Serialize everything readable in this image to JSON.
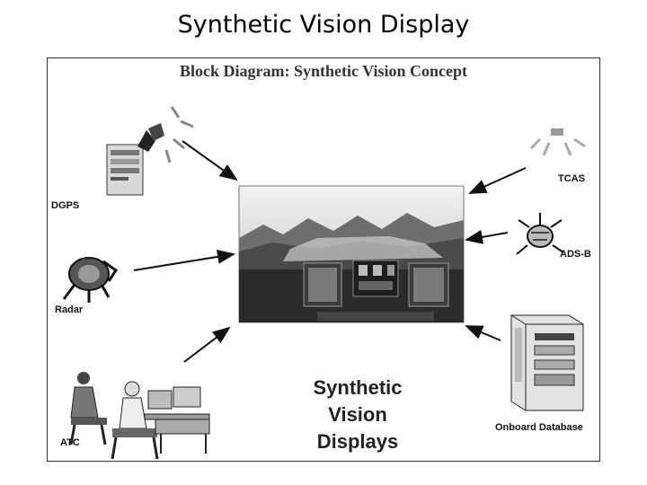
{
  "slide": {
    "title": "Synthetic Vision Display"
  },
  "diagram": {
    "title": "Block Diagram: Synthetic Vision Concept",
    "sources": {
      "dgps": "DGPS",
      "radar": "Radar",
      "atc": "ATC",
      "tcas": "TCAS",
      "adsb": "ADS-B",
      "database": "Onboard Database"
    },
    "center_caption": [
      "Synthetic",
      "Vision",
      "Displays"
    ]
  },
  "colors": {
    "ink": "#111111",
    "frame": "#333333",
    "sky": "#dcdcdc",
    "terrain": "#5a5a5a",
    "panel": "#2a2a2a"
  },
  "icons": [
    "computer-tower-icon",
    "satellite-icon",
    "radar-dish-icon",
    "workstation-icon",
    "beacon-icon",
    "server-icon"
  ]
}
